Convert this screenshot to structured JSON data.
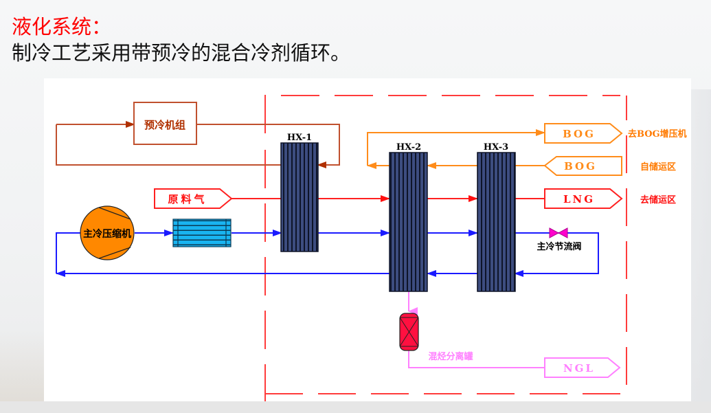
{
  "slide": {
    "title": "液化系统：",
    "subtitle": "制冷工艺采用带预冷的混合冷剂循环。"
  },
  "colors": {
    "title": "#ff0000",
    "boundary": "#ff3b3b",
    "precool_loop": "#c0502e",
    "precool_arrow": "#b03000",
    "feed_gas": "#ff2020",
    "refrigerant": "#1a1aff",
    "bog": "#ff8c1a",
    "ngl": "#ff80ff",
    "hx_fill": "#3a4a7a",
    "compressor": "#ff8800",
    "cooler": "#19b4f0",
    "valve": "#ff00cc",
    "separator": "#ff1040"
  },
  "diagram": {
    "precool_unit": {
      "label": "预冷机组"
    },
    "heat_exchangers": [
      {
        "id": "hx1",
        "label": "HX-1"
      },
      {
        "id": "hx2",
        "label": "HX-2"
      },
      {
        "id": "hx3",
        "label": "HX-3"
      }
    ],
    "feed_gas": {
      "label": "原料气"
    },
    "compressor": {
      "label": "主冷压缩机"
    },
    "throttle_valve": {
      "label": "主冷节流阀"
    },
    "separator": {
      "label": "混烃分离罐"
    },
    "terminals": {
      "bog_out": {
        "label": "BOG",
        "destination": "去BOG增压机"
      },
      "bog_in": {
        "label": "BOG",
        "destination": "自储运区"
      },
      "lng_out": {
        "label": "LNG",
        "destination": "去储运区"
      },
      "ngl_out": {
        "label": "NGL"
      }
    }
  }
}
